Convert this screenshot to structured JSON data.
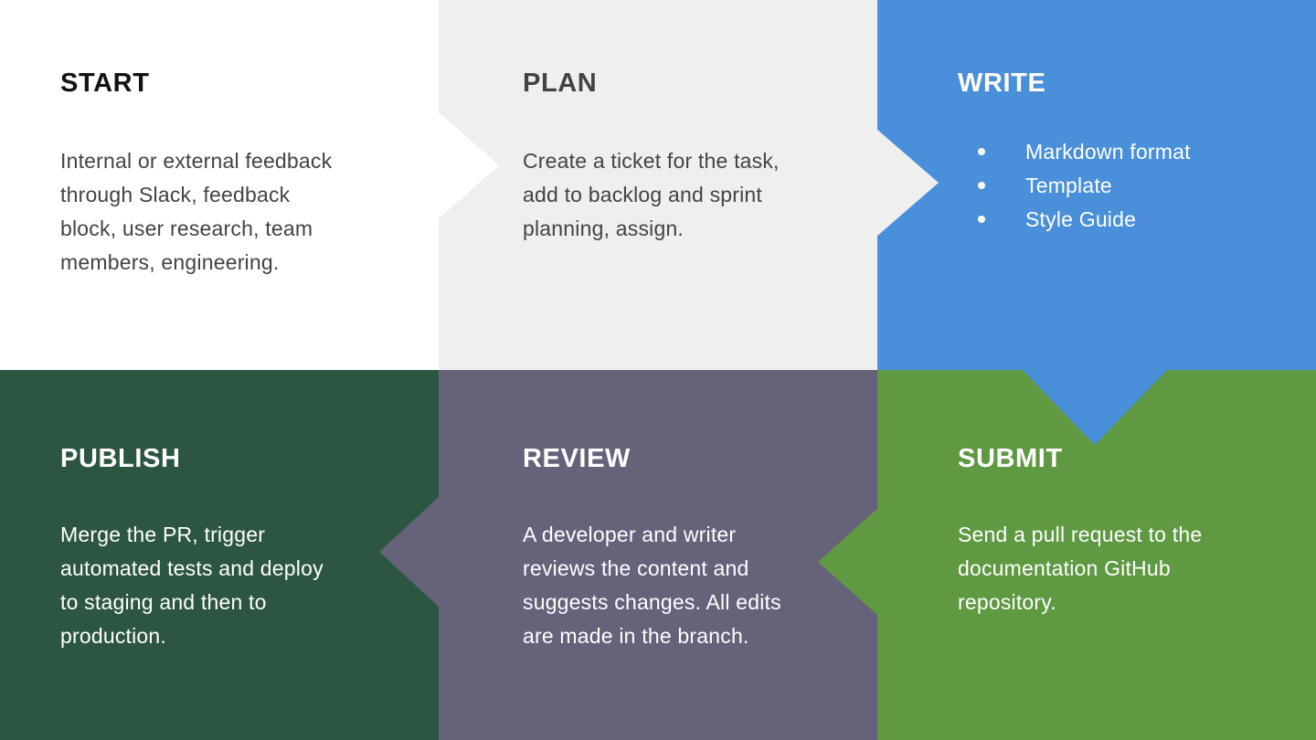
{
  "diagram": {
    "kind": "process-flow",
    "step_order": [
      "START",
      "PLAN",
      "WRITE",
      "SUBMIT",
      "REVIEW",
      "PUBLISH"
    ]
  },
  "colors": {
    "start_bg": "#FFFFFF",
    "plan_bg": "#EFEFEF",
    "write_bg": "#4A8FD9",
    "publish_bg": "#2C5641",
    "review_bg": "#66627A",
    "submit_bg": "#5F9941",
    "start_title_text": "#121212",
    "dark_text": "#434343",
    "light_text": "#FFFFFF"
  },
  "panels": [
    {
      "id": "start",
      "title": "START",
      "lines": [
        "Internal or external feedback",
        "through Slack, feedback",
        "block, user research, team",
        "members, engineering."
      ]
    },
    {
      "id": "plan",
      "title": "PLAN",
      "lines": [
        "Create a ticket for the task,",
        "add to backlog and sprint",
        "planning, assign."
      ]
    },
    {
      "id": "write",
      "title": "WRITE",
      "bullets": [
        "Markdown format",
        "Template",
        "Style Guide"
      ]
    },
    {
      "id": "submit",
      "title": "SUBMIT",
      "lines": [
        "Send a pull request to the",
        "documentation GitHub",
        "repository."
      ]
    },
    {
      "id": "review",
      "title": "REVIEW",
      "lines": [
        "A developer and writer",
        "reviews the content and",
        "suggests changes. All edits",
        "are made in the branch."
      ]
    },
    {
      "id": "publish",
      "title": "PUBLISH",
      "lines": [
        "Merge the PR, trigger",
        "automated tests and deploy",
        "to staging and then to",
        "production."
      ]
    }
  ],
  "arrows": [
    {
      "from": "start",
      "to": "plan",
      "direction": "right"
    },
    {
      "from": "plan",
      "to": "write",
      "direction": "right"
    },
    {
      "from": "write",
      "to": "submit",
      "direction": "down"
    },
    {
      "from": "submit",
      "to": "review",
      "direction": "left"
    },
    {
      "from": "review",
      "to": "publish",
      "direction": "left"
    }
  ]
}
